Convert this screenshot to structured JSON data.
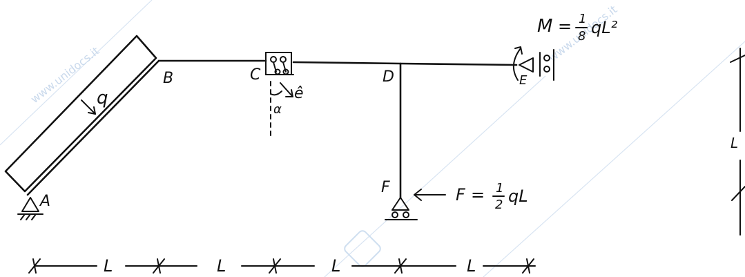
{
  "points": {
    "A": "A",
    "B": "B",
    "C": "C",
    "D": "D",
    "E": "E",
    "F": "F"
  },
  "distributed_load": "q",
  "unit_vector": "ê",
  "angle": "α",
  "moment": {
    "symbol": "M",
    "equals": "=",
    "num": "1",
    "den": "8",
    "rest": "qL²"
  },
  "force": {
    "symbol": "F",
    "equals": "=",
    "num": "1",
    "den": "2",
    "rest": "qL"
  },
  "dims": {
    "d1": "L",
    "d2": "L",
    "d3": "L",
    "d4": "L",
    "right_label": "L"
  },
  "watermark": "www.unidocs.it",
  "colors": {
    "ink": "#111111",
    "watermark": "#c9d9ec"
  }
}
